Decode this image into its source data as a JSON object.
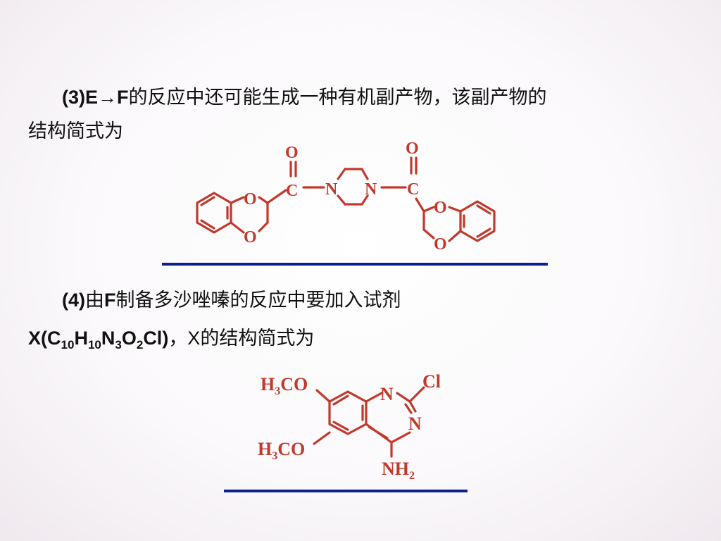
{
  "question3": {
    "lead": "(3)E→F",
    "line1_rest": "的反应中还可能生成一种有机副产物，该副产物的",
    "line2": "结构简式为"
  },
  "question4": {
    "lead": "(4)",
    "text1": "由",
    "F": "F",
    "text2": "制备多沙唑嗪的反应中要加入试剂",
    "formula": {
      "X": "X",
      "open": "(",
      "C": "C",
      "C_n": "10",
      "H": "H",
      "H_n": "10",
      "N": "N",
      "N_n": "3",
      "O": "O",
      "O_n": "2",
      "Cl": "Cl",
      "close": ")"
    },
    "line2_rest": "，X的结构简式为"
  },
  "structure3_atoms": {
    "O": "O",
    "C": "C",
    "N": "N"
  },
  "structure4_atoms": {
    "methoxy_H": "H",
    "methoxy_3": "3",
    "methoxy_CO": "CO",
    "N": "N",
    "Cl": "Cl",
    "amino_NH": "NH",
    "amino_2": "2"
  },
  "colors": {
    "structure": "#c0392b",
    "answer_line": "#0b1f8f",
    "text": "#111111"
  }
}
